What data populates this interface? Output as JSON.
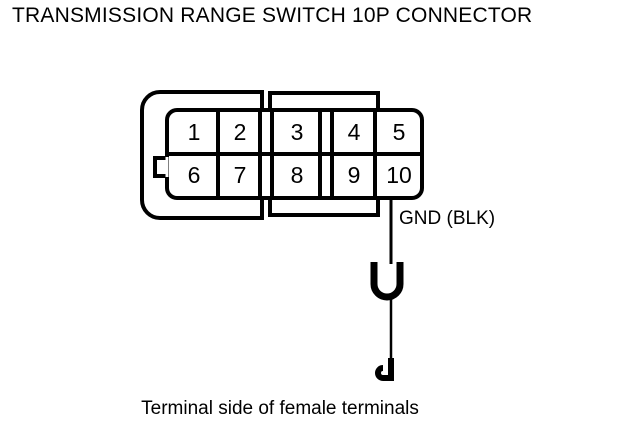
{
  "diagram": {
    "title": "TRANSMISSION RANGE SWITCH 10P CONNECTOR",
    "caption": "Terminal side of female terminals",
    "wire_label": "GND (BLK)",
    "colors": {
      "line": "#000000",
      "background": "#ffffff"
    },
    "connector": {
      "type": "10P connector",
      "rows": 2,
      "columns": 5,
      "top_row": [
        {
          "number": "1"
        },
        {
          "number": "2"
        },
        {
          "number": "3"
        },
        {
          "number": "4"
        },
        {
          "number": "5"
        }
      ],
      "bottom_row": [
        {
          "number": "6"
        },
        {
          "number": "7"
        },
        {
          "number": "8"
        },
        {
          "number": "9"
        },
        {
          "number": "10"
        }
      ]
    },
    "wire": {
      "origin_pin": "10",
      "label": "GND (BLK)",
      "color_code": "BLK",
      "signal": "GND"
    }
  }
}
